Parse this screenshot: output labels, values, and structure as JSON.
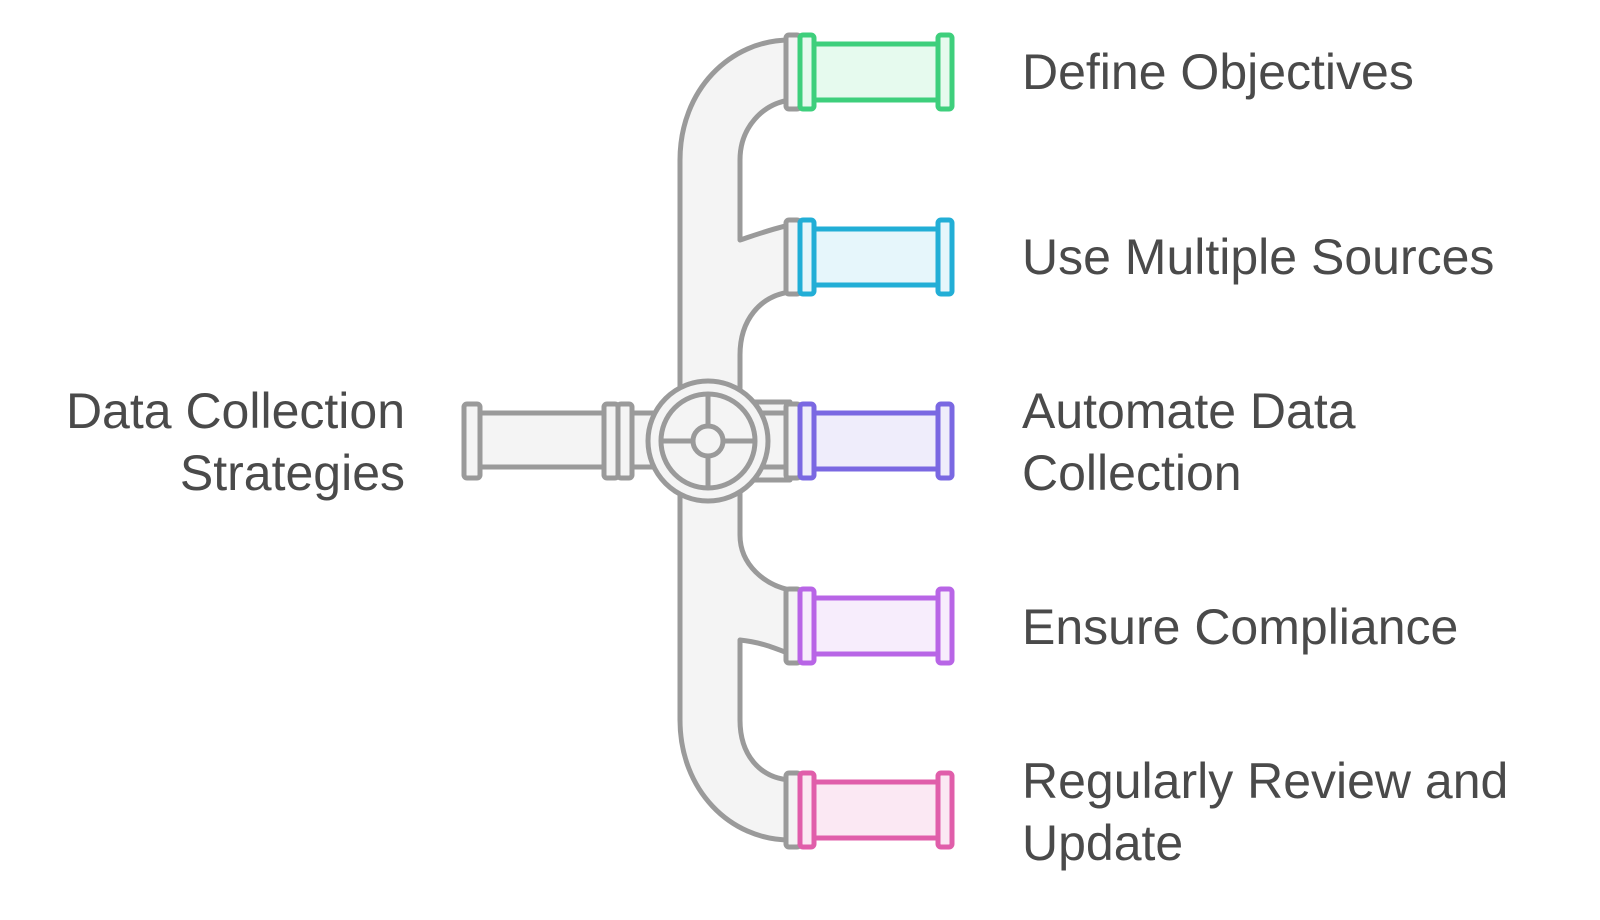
{
  "diagram": {
    "root": {
      "lines": [
        "Data Collection",
        "Strategies"
      ]
    },
    "branches": [
      {
        "lines": [
          "Define Objectives"
        ],
        "accent": "#3ecf7c",
        "fill": "#e6faee"
      },
      {
        "lines": [
          "Use Multiple Sources"
        ],
        "accent": "#22aed6",
        "fill": "#e6f6fb"
      },
      {
        "lines": [
          "Automate Data",
          "Collection"
        ],
        "accent": "#7a68e2",
        "fill": "#efedfb"
      },
      {
        "lines": [
          "Ensure Compliance"
        ],
        "accent": "#b865e6",
        "fill": "#f7edfc"
      },
      {
        "lines": [
          "Regularly Review and",
          "Update"
        ],
        "accent": "#e05eaa",
        "fill": "#fbe8f3"
      }
    ],
    "pipe_color": "#9a9a9a",
    "pipe_fill": "#f4f4f4",
    "text_color": "#4a4a4a"
  }
}
